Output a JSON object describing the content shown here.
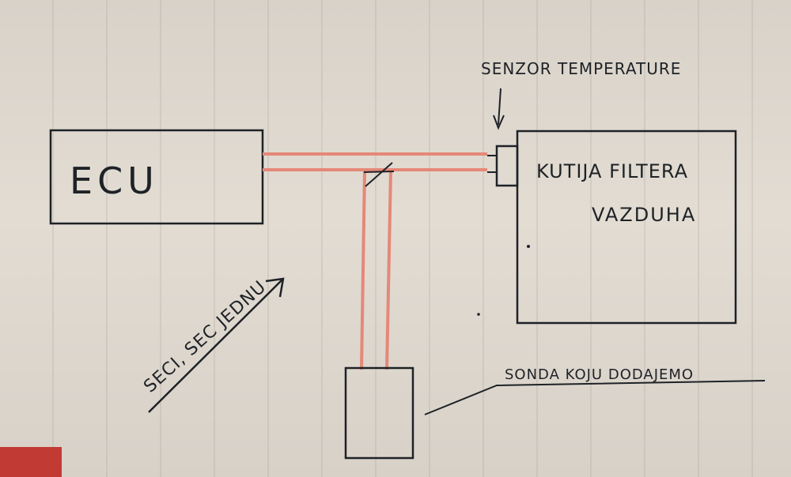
{
  "diagram": {
    "ecu_label": "ECU",
    "filter_box_label_line1": "KUTIJA FILTERA",
    "filter_box_label_line2": "VAZDUHA",
    "sensor_label": "SENZOR TEMPERATURE",
    "probe_label": "SONDA KOJU DODAJEMO",
    "cut_label": "SECI, SEC JEDNU"
  },
  "colors": {
    "ink": "#1e2226",
    "wire": "#e58878",
    "notebook_tab": "#c23a34"
  }
}
